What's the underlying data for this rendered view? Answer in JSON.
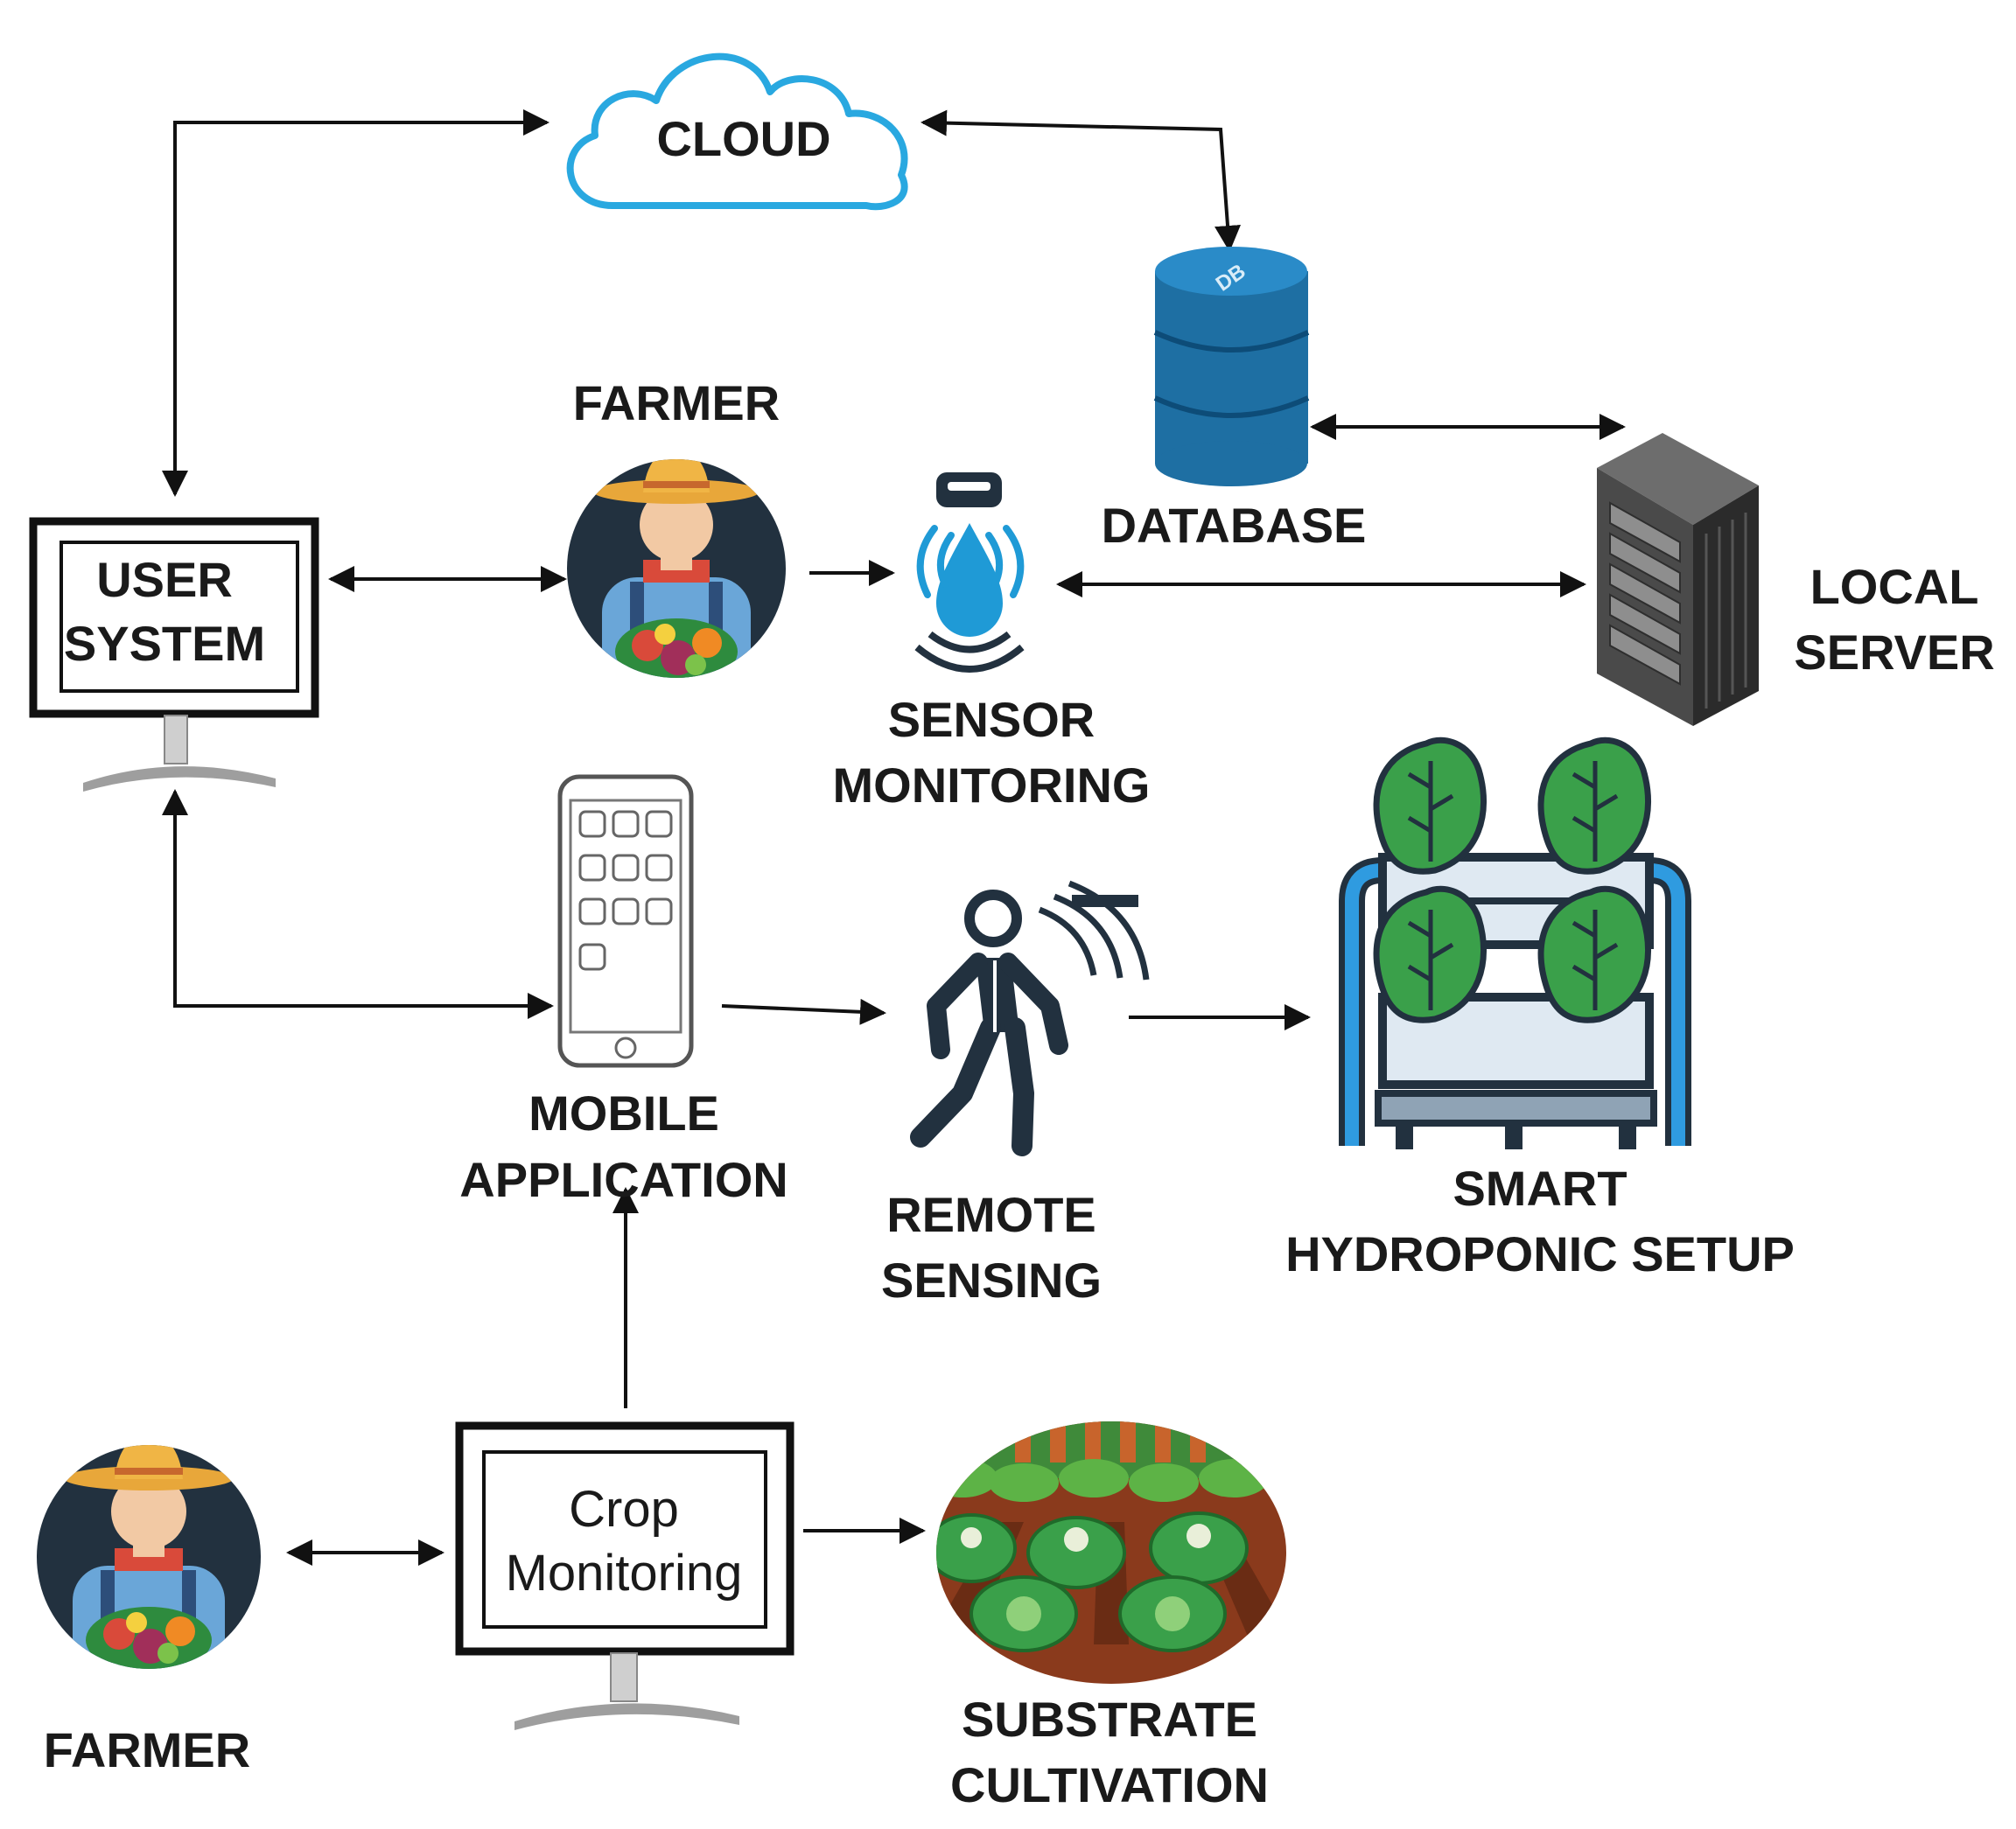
{
  "diagram": {
    "cloud_label": "CLOUD",
    "database_label": "DATABASE",
    "db_icon_text": "DB",
    "farmer_top_label": "FARMER",
    "user_system_label": [
      "USER",
      "SYSTEM"
    ],
    "sensor_label": [
      "SENSOR",
      "MONITORING"
    ],
    "local_server_label": [
      "LOCAL",
      "SERVER"
    ],
    "mobile_label": [
      "MOBILE",
      "APPLICATION"
    ],
    "remote_label": [
      "REMOTE",
      "SENSING"
    ],
    "hydroponic_label": [
      "SMART",
      "HYDROPONIC SETUP"
    ],
    "farmer_bottom_label": "FARMER",
    "crop_label": [
      "Crop",
      "Monitoring"
    ],
    "substrate_label": [
      "SUBSTRATE",
      "CULTIVATION"
    ]
  },
  "colors": {
    "cloud_outline": "#29a8e0",
    "database": "#1e6fa3",
    "sensor_drop": "#1f9ad6",
    "farmer_bg": "#22313f",
    "farmer_shirt": "#6aa6d8",
    "server": "#3c3c3c",
    "pipe": "#2f9be0",
    "lettuce": "#3aa04a",
    "soil": "#8a3a1c"
  },
  "icons": [
    "cloud-icon",
    "database-icon",
    "farmer-icon",
    "computer-icon",
    "sensor-icon",
    "server-icon",
    "mobile-icon",
    "person-icon",
    "hydroponic-icon",
    "substrate-icon"
  ]
}
